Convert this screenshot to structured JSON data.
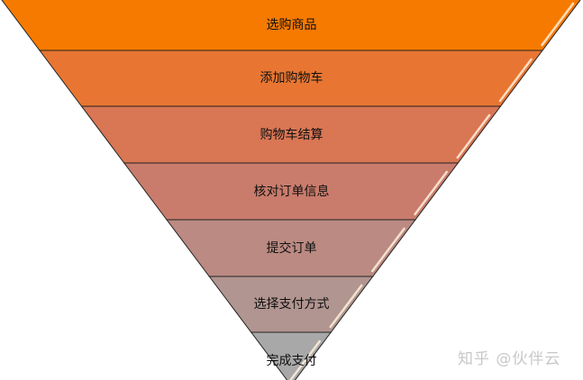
{
  "stages": [
    {
      "label": "选购商品",
      "color": "#F77A00"
    },
    {
      "label": "添加购物车",
      "color": "#E87632"
    },
    {
      "label": "购物车结算",
      "color": "#D97654"
    },
    {
      "label": "核对订单信息",
      "color": "#C97C6C"
    },
    {
      "label": "提交订单",
      "color": "#BB8A82"
    },
    {
      "label": "选择支付方式",
      "color": "#B19590"
    },
    {
      "label": "完成支付",
      "color": "#A8A8A8"
    }
  ],
  "watermark": "知乎 @伙伴云"
}
